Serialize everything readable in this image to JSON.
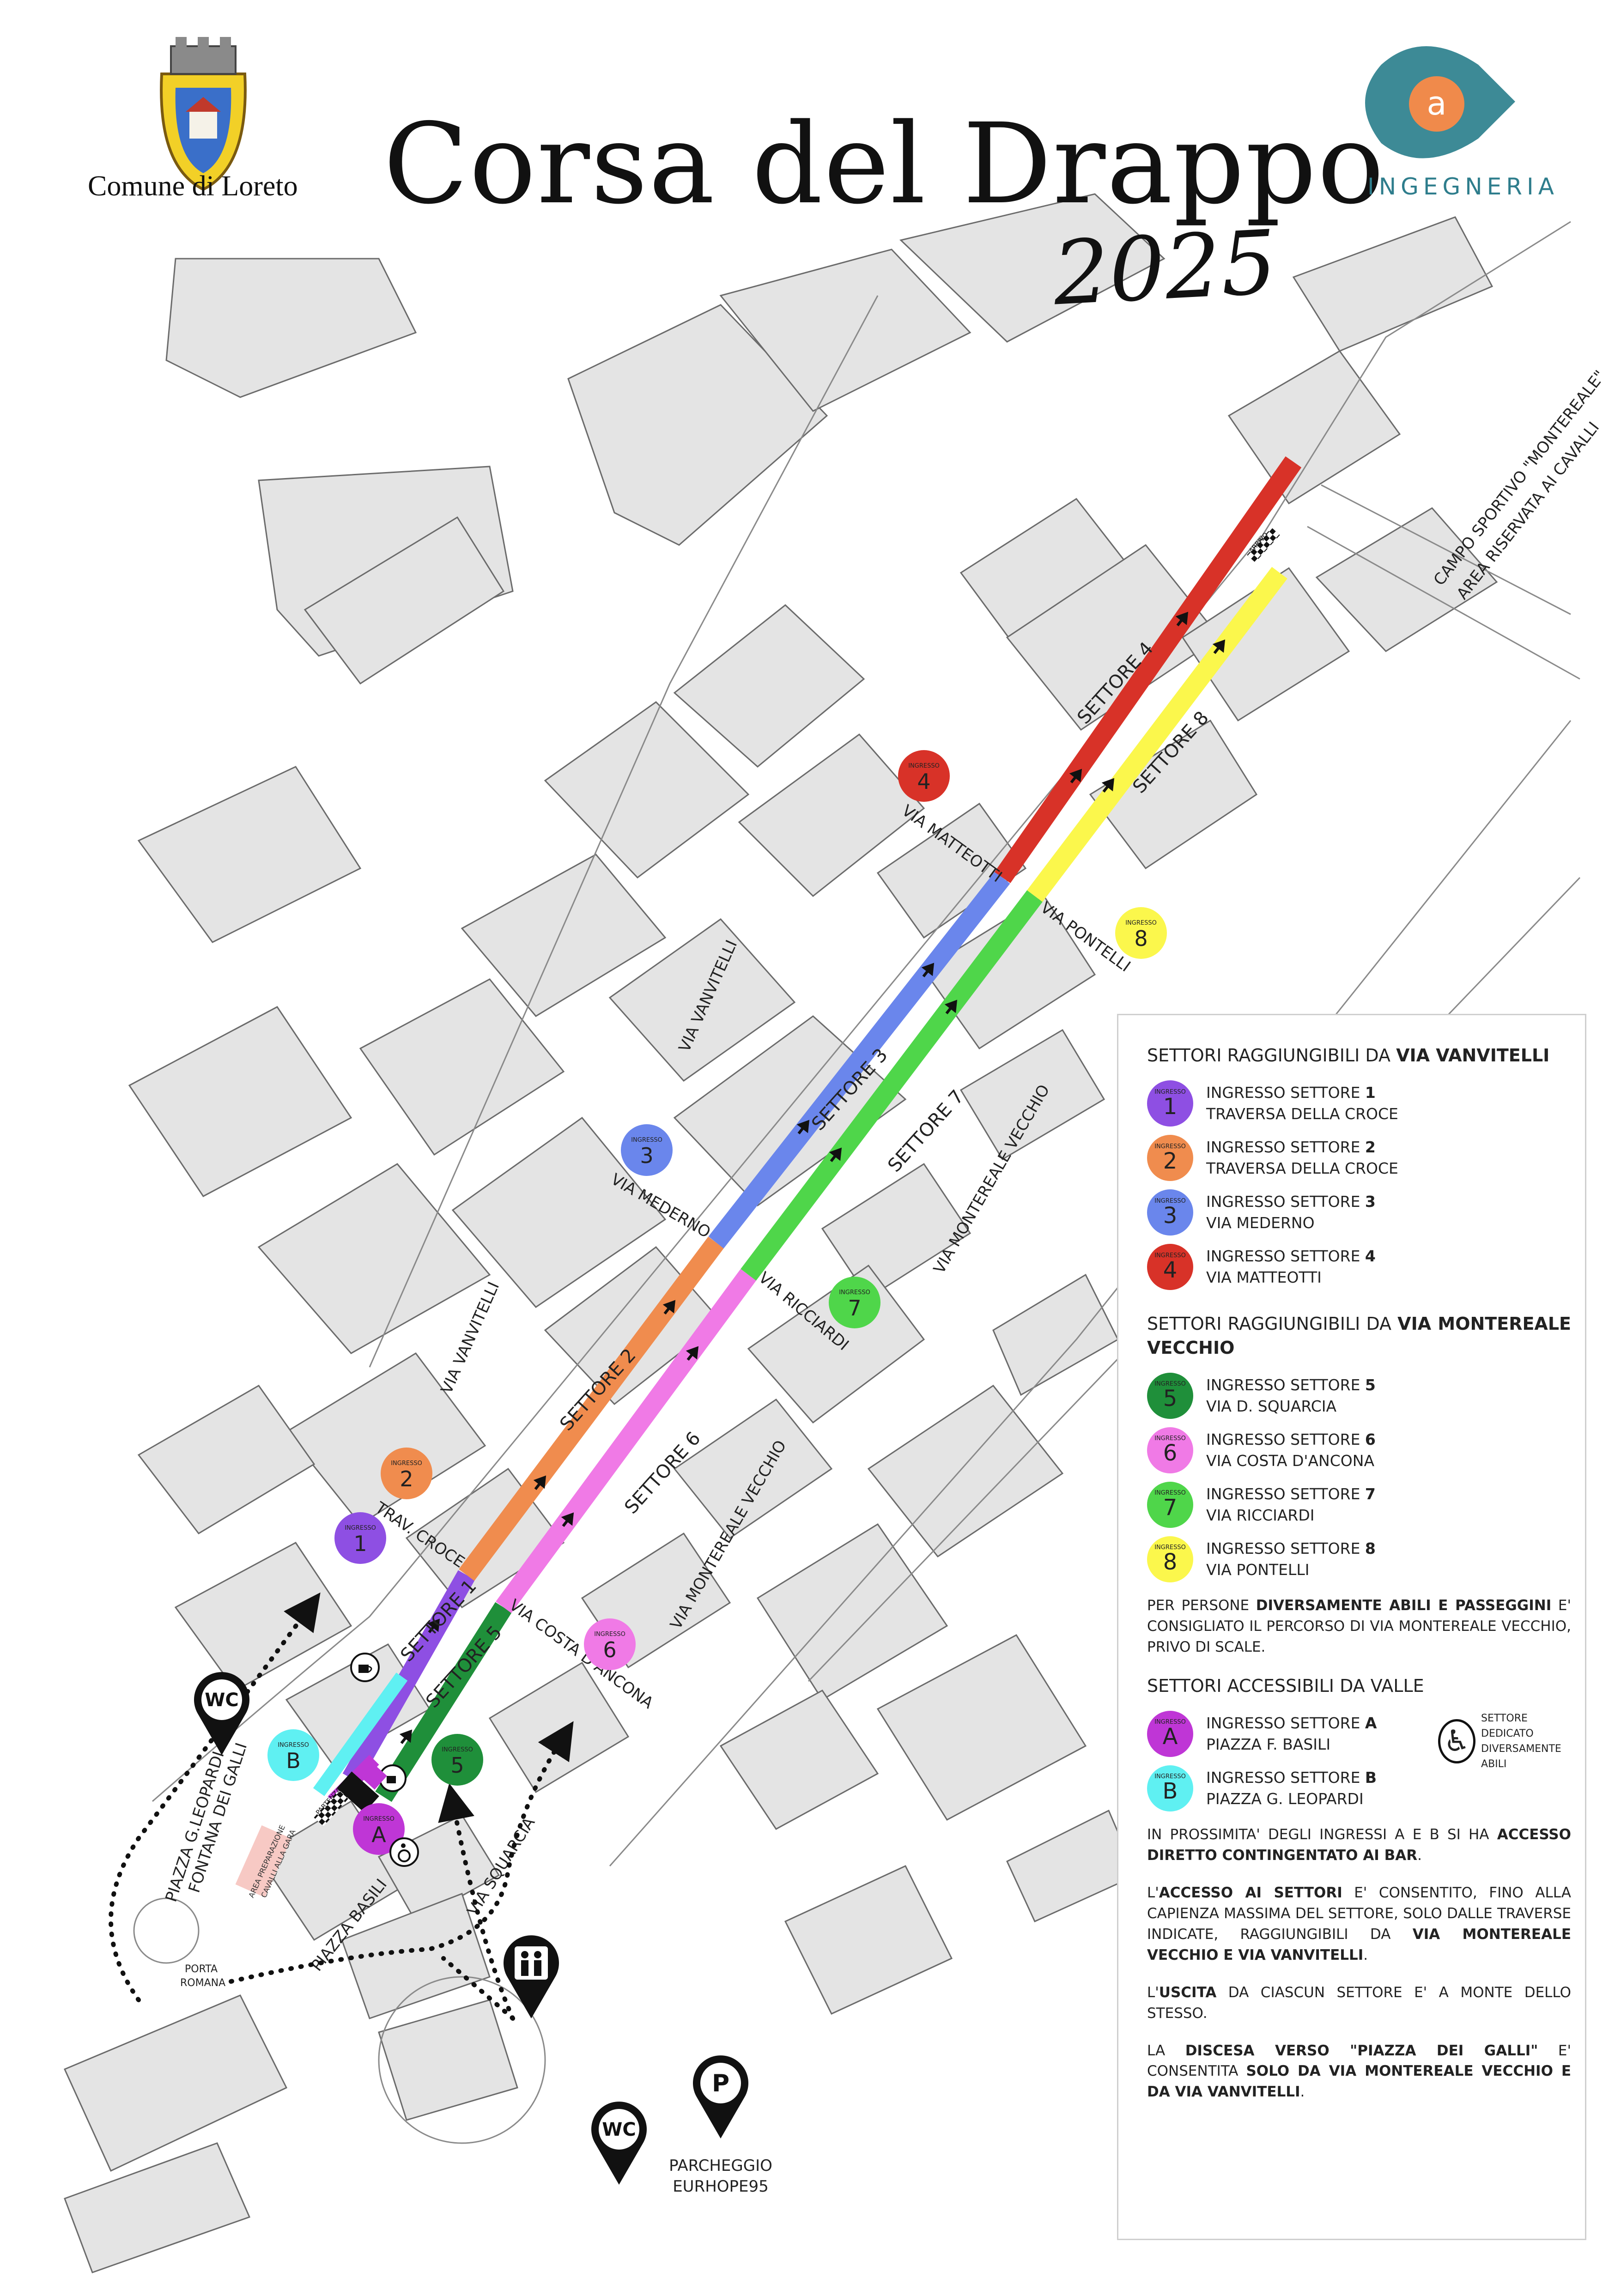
{
  "header": {
    "title": "Corsa del Drappo",
    "year": "2025",
    "comune": "Comune di Loreto",
    "company_letter": "a",
    "company": "INGEGNERIA"
  },
  "colors": {
    "settore1": "#8e4fe3",
    "settore2": "#f08c4e",
    "settore3": "#6a86ec",
    "settore4": "#d83228",
    "settore5": "#1f8f3a",
    "settore6": "#f07ae6",
    "settore7": "#4fd64a",
    "settore8": "#fbf74c",
    "ingressoA": "#bf36d6",
    "ingressoB": "#5ff0f2",
    "building": "#e4e4e4",
    "building_stroke": "#6b6b6b",
    "logo_teal": "#3d8a96",
    "logo_orange": "#f08a4b"
  },
  "map": {
    "sectors": [
      {
        "id": "1",
        "label": "SETTORE 1"
      },
      {
        "id": "2",
        "label": "SETTORE 2"
      },
      {
        "id": "3",
        "label": "SETTORE 3"
      },
      {
        "id": "4",
        "label": "SETTORE 4"
      },
      {
        "id": "5",
        "label": "SETTORE 5"
      },
      {
        "id": "6",
        "label": "SETTORE 6"
      },
      {
        "id": "7",
        "label": "SETTORE 7"
      },
      {
        "id": "8",
        "label": "SETTORE 8"
      }
    ],
    "ingresso_word": "INGRESSO",
    "entrances": [
      {
        "id": "1",
        "color": "#8e4fe3"
      },
      {
        "id": "2",
        "color": "#f08c4e"
      },
      {
        "id": "3",
        "color": "#6a86ec"
      },
      {
        "id": "4",
        "color": "#d83228"
      },
      {
        "id": "5",
        "color": "#1f8f3a"
      },
      {
        "id": "6",
        "color": "#f07ae6"
      },
      {
        "id": "7",
        "color": "#4fd64a"
      },
      {
        "id": "8",
        "color": "#fbf74c"
      },
      {
        "id": "A",
        "color": "#bf36d6"
      },
      {
        "id": "B",
        "color": "#5ff0f2"
      }
    ],
    "streets": {
      "vanvitelli_upper": "VIA VANVITELLI",
      "vanvitelli_lower": "VIA VANVITELLI",
      "matteotti": "VIA MATTEOTTI",
      "pontelli": "VIA PONTELLI",
      "mederno": "VIA MEDERNO",
      "ricciardi": "VIA RICCIARDI",
      "montereale_upper": "VIA MONTEREALE VECCHIO",
      "montereale_lower": "VIA MONTEREALE VECCHIO",
      "costa": "VIA COSTA D'ANCONA",
      "squarcia": "VIA SQUARCIA",
      "trav_croce": "TRAV. CROCE",
      "piazza_basili": "PIAZZA BASILI",
      "piazza_leopardi_1": "PIAZZA G.LEOPARDI",
      "piazza_leopardi_2": "FONTANA DEI GALLI",
      "porta_romana_1": "PORTA",
      "porta_romana_2": "ROMANA",
      "campo_1": "CAMPO SPORTIVO \"MONTEREALE\"",
      "campo_2": "AREA RISERVATA AI CAVALLI"
    },
    "partenza": "PARTENZA",
    "arrivo": "ARRIVO",
    "area_prep_1": "AREA PREPARAZIONE",
    "area_prep_2": "CAVALLI ALLA GARA",
    "wc": "WC",
    "parking_symbol": "P",
    "parking_1": "PARCHEGGIO",
    "parking_2": "EURHOPE95"
  },
  "legend": {
    "h1_pre": "SETTORI RAGGIUNGIBILI DA ",
    "h1_bold": "VIA VANVITELLI",
    "g1": [
      {
        "id": "1",
        "color": "#8e4fe3",
        "pre": "INGRESSO SETTORE ",
        "num": "1",
        "street": "TRAVERSA DELLA CROCE"
      },
      {
        "id": "2",
        "color": "#f08c4e",
        "pre": "INGRESSO SETTORE ",
        "num": "2",
        "street": "TRAVERSA DELLA CROCE"
      },
      {
        "id": "3",
        "color": "#6a86ec",
        "pre": "INGRESSO SETTORE ",
        "num": "3",
        "street": "VIA MEDERNO"
      },
      {
        "id": "4",
        "color": "#d83228",
        "pre": "INGRESSO SETTORE ",
        "num": "4",
        "street": "VIA MATTEOTTI"
      }
    ],
    "h2_pre": "SETTORI RAGGIUNGIBILI DA ",
    "h2_bold": "VIA MONTEREALE VECCHIO",
    "g2": [
      {
        "id": "5",
        "color": "#1f8f3a",
        "pre": "INGRESSO SETTORE ",
        "num": "5",
        "street": "VIA D. SQUARCIA"
      },
      {
        "id": "6",
        "color": "#f07ae6",
        "pre": "INGRESSO SETTORE ",
        "num": "6",
        "street": "VIA COSTA D'ANCONA"
      },
      {
        "id": "7",
        "color": "#4fd64a",
        "pre": "INGRESSO SETTORE ",
        "num": "7",
        "street": "VIA RICCIARDI"
      },
      {
        "id": "8",
        "color": "#fbf74c",
        "pre": "INGRESSO SETTORE ",
        "num": "8",
        "street": "VIA PONTELLI"
      }
    ],
    "p1_a": "PER PERSONE ",
    "p1_b": "DIVERSAMENTE ABILI E PASSEGGINI",
    "p1_c": " E' CONSIGLIATO IL PERCORSO DI VIA MONTEREALE VECCHIO, PRIVO DI SCALE.",
    "h3": "SETTORI ACCESSIBILI DA VALLE",
    "g3": [
      {
        "id": "A",
        "color": "#bf36d6",
        "pre": "INGRESSO SETTORE ",
        "num": "A",
        "street": "PIAZZA F. BASILI"
      },
      {
        "id": "B",
        "color": "#5ff0f2",
        "pre": "INGRESSO SETTORE ",
        "num": "B",
        "street": "PIAZZA G. LEOPARDI"
      }
    ],
    "disab_1": "SETTORE DEDICATO",
    "disab_2": "DIVERSAMENTE ABILI",
    "p2_a": "IN PROSSIMITA' DEGLI INGRESSI A E B SI HA ",
    "p2_b": "ACCESSO DIRETTO CONTINGENTATO AI BAR",
    "p2_c": ".",
    "p3_a": "L'",
    "p3_b": "ACCESSO AI SETTORI",
    "p3_c": " E' CONSENTITO, FINO ALLA CAPIENZA MASSIMA DEL SETTORE, SOLO DALLE TRAVERSE INDICATE, RAGGIUNGIBILI DA ",
    "p3_d": "VIA MONTEREALE VECCHIO E VIA VANVITELLI",
    "p3_e": ".",
    "p4_a": "L'",
    "p4_b": "USCITA",
    "p4_c": " DA CIASCUN SETTORE E' A MONTE DELLO STESSO.",
    "p5_a": "LA ",
    "p5_b": "DISCESA VERSO \"PIAZZA DEI GALLI\"",
    "p5_c": " E' CONSENTITA ",
    "p5_d": "SOLO DA VIA MONTEREALE VECCHIO E DA VIA VANVITELLI",
    "p5_e": "."
  }
}
